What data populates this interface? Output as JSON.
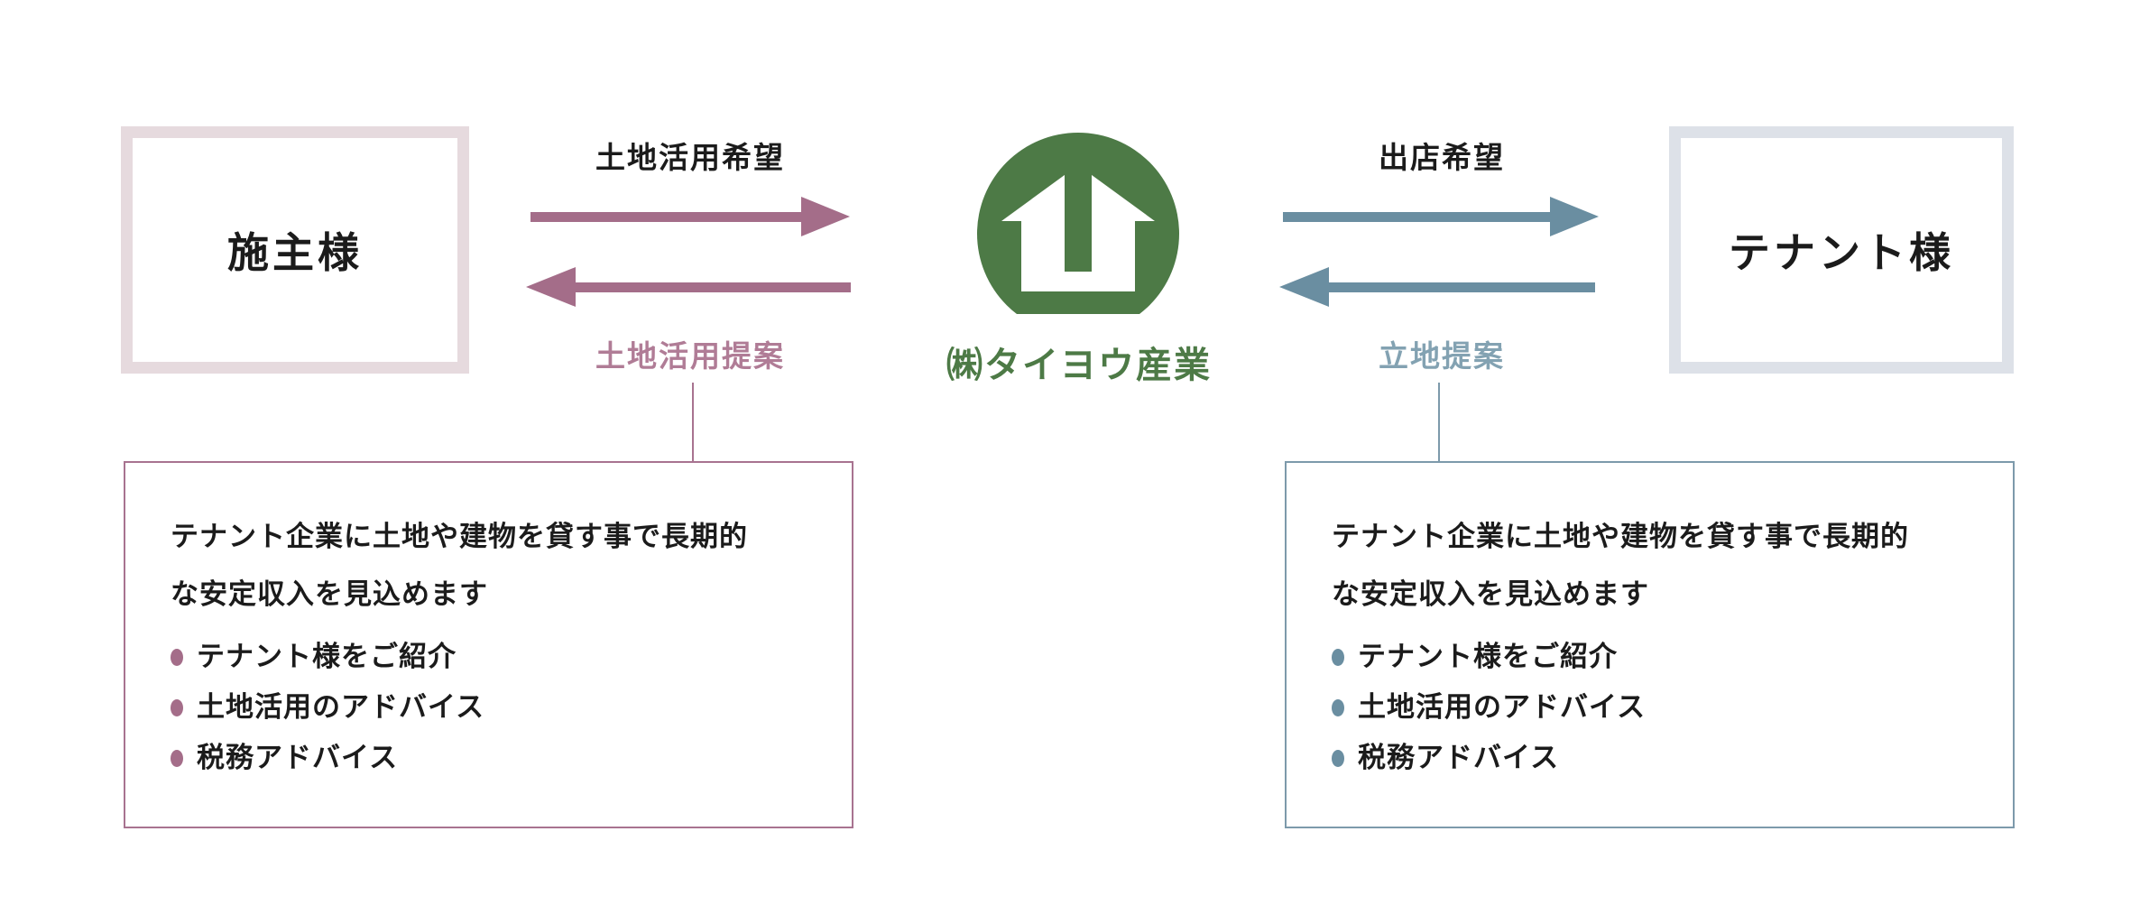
{
  "colors": {
    "brand_green": "#4d7a46",
    "flow_left": "#a46d89",
    "flow_left_light": "#b07c96",
    "flow_right": "#6a8ea1",
    "flow_right_light": "#83a2b2",
    "owner_box_border": "#e6dade",
    "tenant_box_border": "#dde1e8",
    "text": "#1b1b1b"
  },
  "entities": {
    "owner": {
      "label": "施主様"
    },
    "company": {
      "logo_text": "㈱タイヨウ産業"
    },
    "tenant": {
      "label": "テナント様"
    }
  },
  "left_flow": {
    "request_label": "土地活用希望",
    "proposal_label": "土地活用提案"
  },
  "right_flow": {
    "request_label": "出店希望",
    "proposal_label": "立地提案"
  },
  "left_panel": {
    "description_line1": "テナント企業に土地や建物を貸す事で長期的",
    "description_line2": "な安定収入を見込めます",
    "bullets": [
      "テナント様をご紹介",
      "土地活用のアドバイス",
      "税務アドバイス"
    ]
  },
  "right_panel": {
    "description_line1": "テナント企業に土地や建物を貸す事で長期的",
    "description_line2": "な安定収入を見込めます",
    "bullets": [
      "テナント様をご紹介",
      "土地活用のアドバイス",
      "税務アドバイス"
    ]
  }
}
